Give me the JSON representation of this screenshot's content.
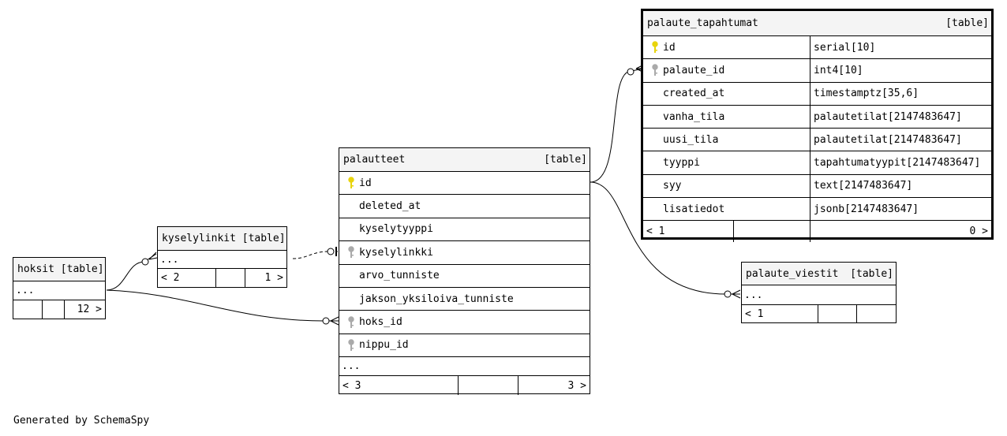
{
  "footer": "Generated by SchemaSpy",
  "tables": {
    "palaute_tapahtumat": {
      "name": "palaute_tapahtumat",
      "tag": "[table]",
      "columns": [
        {
          "name": "id",
          "type": "serial[10]",
          "key": "primary"
        },
        {
          "name": "palaute_id",
          "type": "int4[10]",
          "key": "foreign"
        },
        {
          "name": "created_at",
          "type": "timestamptz[35,6]",
          "key": ""
        },
        {
          "name": "vanha_tila",
          "type": "palautetilat[2147483647]",
          "key": ""
        },
        {
          "name": "uusi_tila",
          "type": "palautetilat[2147483647]",
          "key": ""
        },
        {
          "name": "tyyppi",
          "type": "tapahtumatyypit[2147483647]",
          "key": ""
        },
        {
          "name": "syy",
          "type": "text[2147483647]",
          "key": ""
        },
        {
          "name": "lisatiedot",
          "type": "jsonb[2147483647]",
          "key": ""
        }
      ],
      "footer_left": "< 1",
      "footer_right": "0 >"
    },
    "palautteet": {
      "name": "palautteet",
      "tag": "[table]",
      "columns": [
        {
          "name": "id",
          "key": "primary"
        },
        {
          "name": "deleted_at",
          "key": ""
        },
        {
          "name": "kyselytyyppi",
          "key": ""
        },
        {
          "name": "kyselylinkki",
          "key": "foreign"
        },
        {
          "name": "arvo_tunniste",
          "key": ""
        },
        {
          "name": "jakson_yksiloiva_tunniste",
          "key": ""
        },
        {
          "name": "hoks_id",
          "key": "foreign"
        },
        {
          "name": "nippu_id",
          "key": "foreign"
        }
      ],
      "more": "...",
      "footer_left": "< 3",
      "footer_right": "3 >"
    },
    "kyselylinkit": {
      "name": "kyselylinkit [table]",
      "more": "...",
      "footer_left": "< 2",
      "footer_right": "1 >"
    },
    "hoksit": {
      "name": "hoksit [table]",
      "more": "...",
      "footer_right": "12 >"
    },
    "palaute_viestit": {
      "name": "palaute_viestit",
      "tag": "[table]",
      "more": "...",
      "footer_left": "< 1"
    }
  },
  "colors": {
    "primary_key": "#e8d40c",
    "foreign_key": "#aaaaaa",
    "header_bg": "#f4f4f4",
    "border": "#000000"
  }
}
